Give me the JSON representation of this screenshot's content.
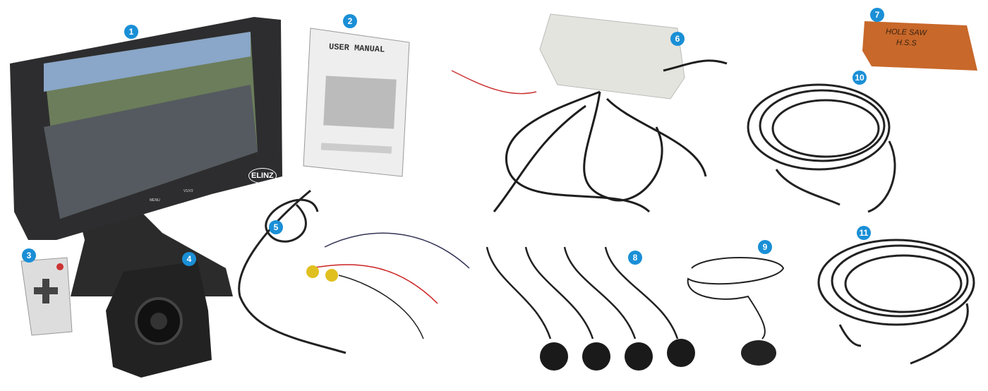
{
  "items": [
    {
      "number": "1",
      "name": "monitor"
    },
    {
      "number": "2",
      "name": "user-manual"
    },
    {
      "number": "3",
      "name": "remote-control"
    },
    {
      "number": "4",
      "name": "camera"
    },
    {
      "number": "5",
      "name": "camera-cable"
    },
    {
      "number": "6",
      "name": "control-box"
    },
    {
      "number": "7",
      "name": "hole-saw"
    },
    {
      "number": "8",
      "name": "parking-sensors"
    },
    {
      "number": "9",
      "name": "buzzer"
    },
    {
      "number": "10",
      "name": "extension-cable"
    },
    {
      "number": "11",
      "name": "extension-cable"
    }
  ],
  "manual": {
    "title": "USER MANUAL"
  },
  "monitor": {
    "logo": "ELINZ",
    "menu_label": "MENU",
    "v_label": "V1/V2"
  },
  "hole_saw_box": {
    "line1": "HOLE SAW",
    "line2": "H.S.S"
  },
  "colors": {
    "badge": "#1a8fd6",
    "box": "#c8682a"
  }
}
